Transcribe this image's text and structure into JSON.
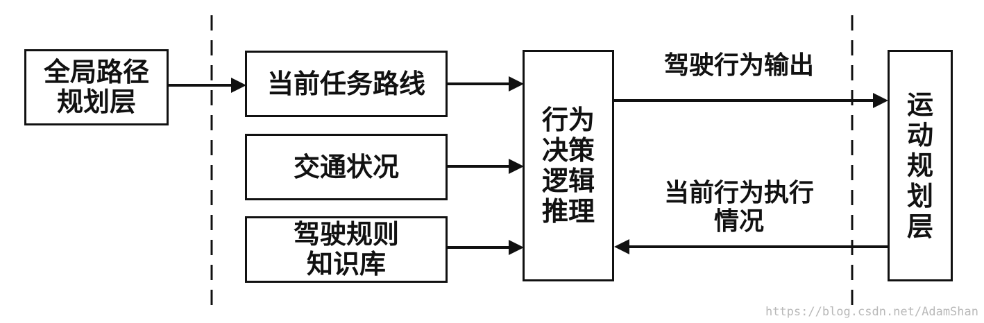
{
  "boxes": {
    "global_planning": "全局路径\n规划层",
    "current_route": "当前任务路线",
    "traffic": "交通状况",
    "rules": "驾驶规则\n知识库",
    "decision": "行为\n决策\n逻辑\n推理",
    "motion": "运\n动\n规\n划\n层"
  },
  "labels": {
    "behavior_output": "驾驶行为输出",
    "execution_status": "当前行为执行\n情况"
  },
  "watermark": "https://blog.csdn.net/AdamShan"
}
